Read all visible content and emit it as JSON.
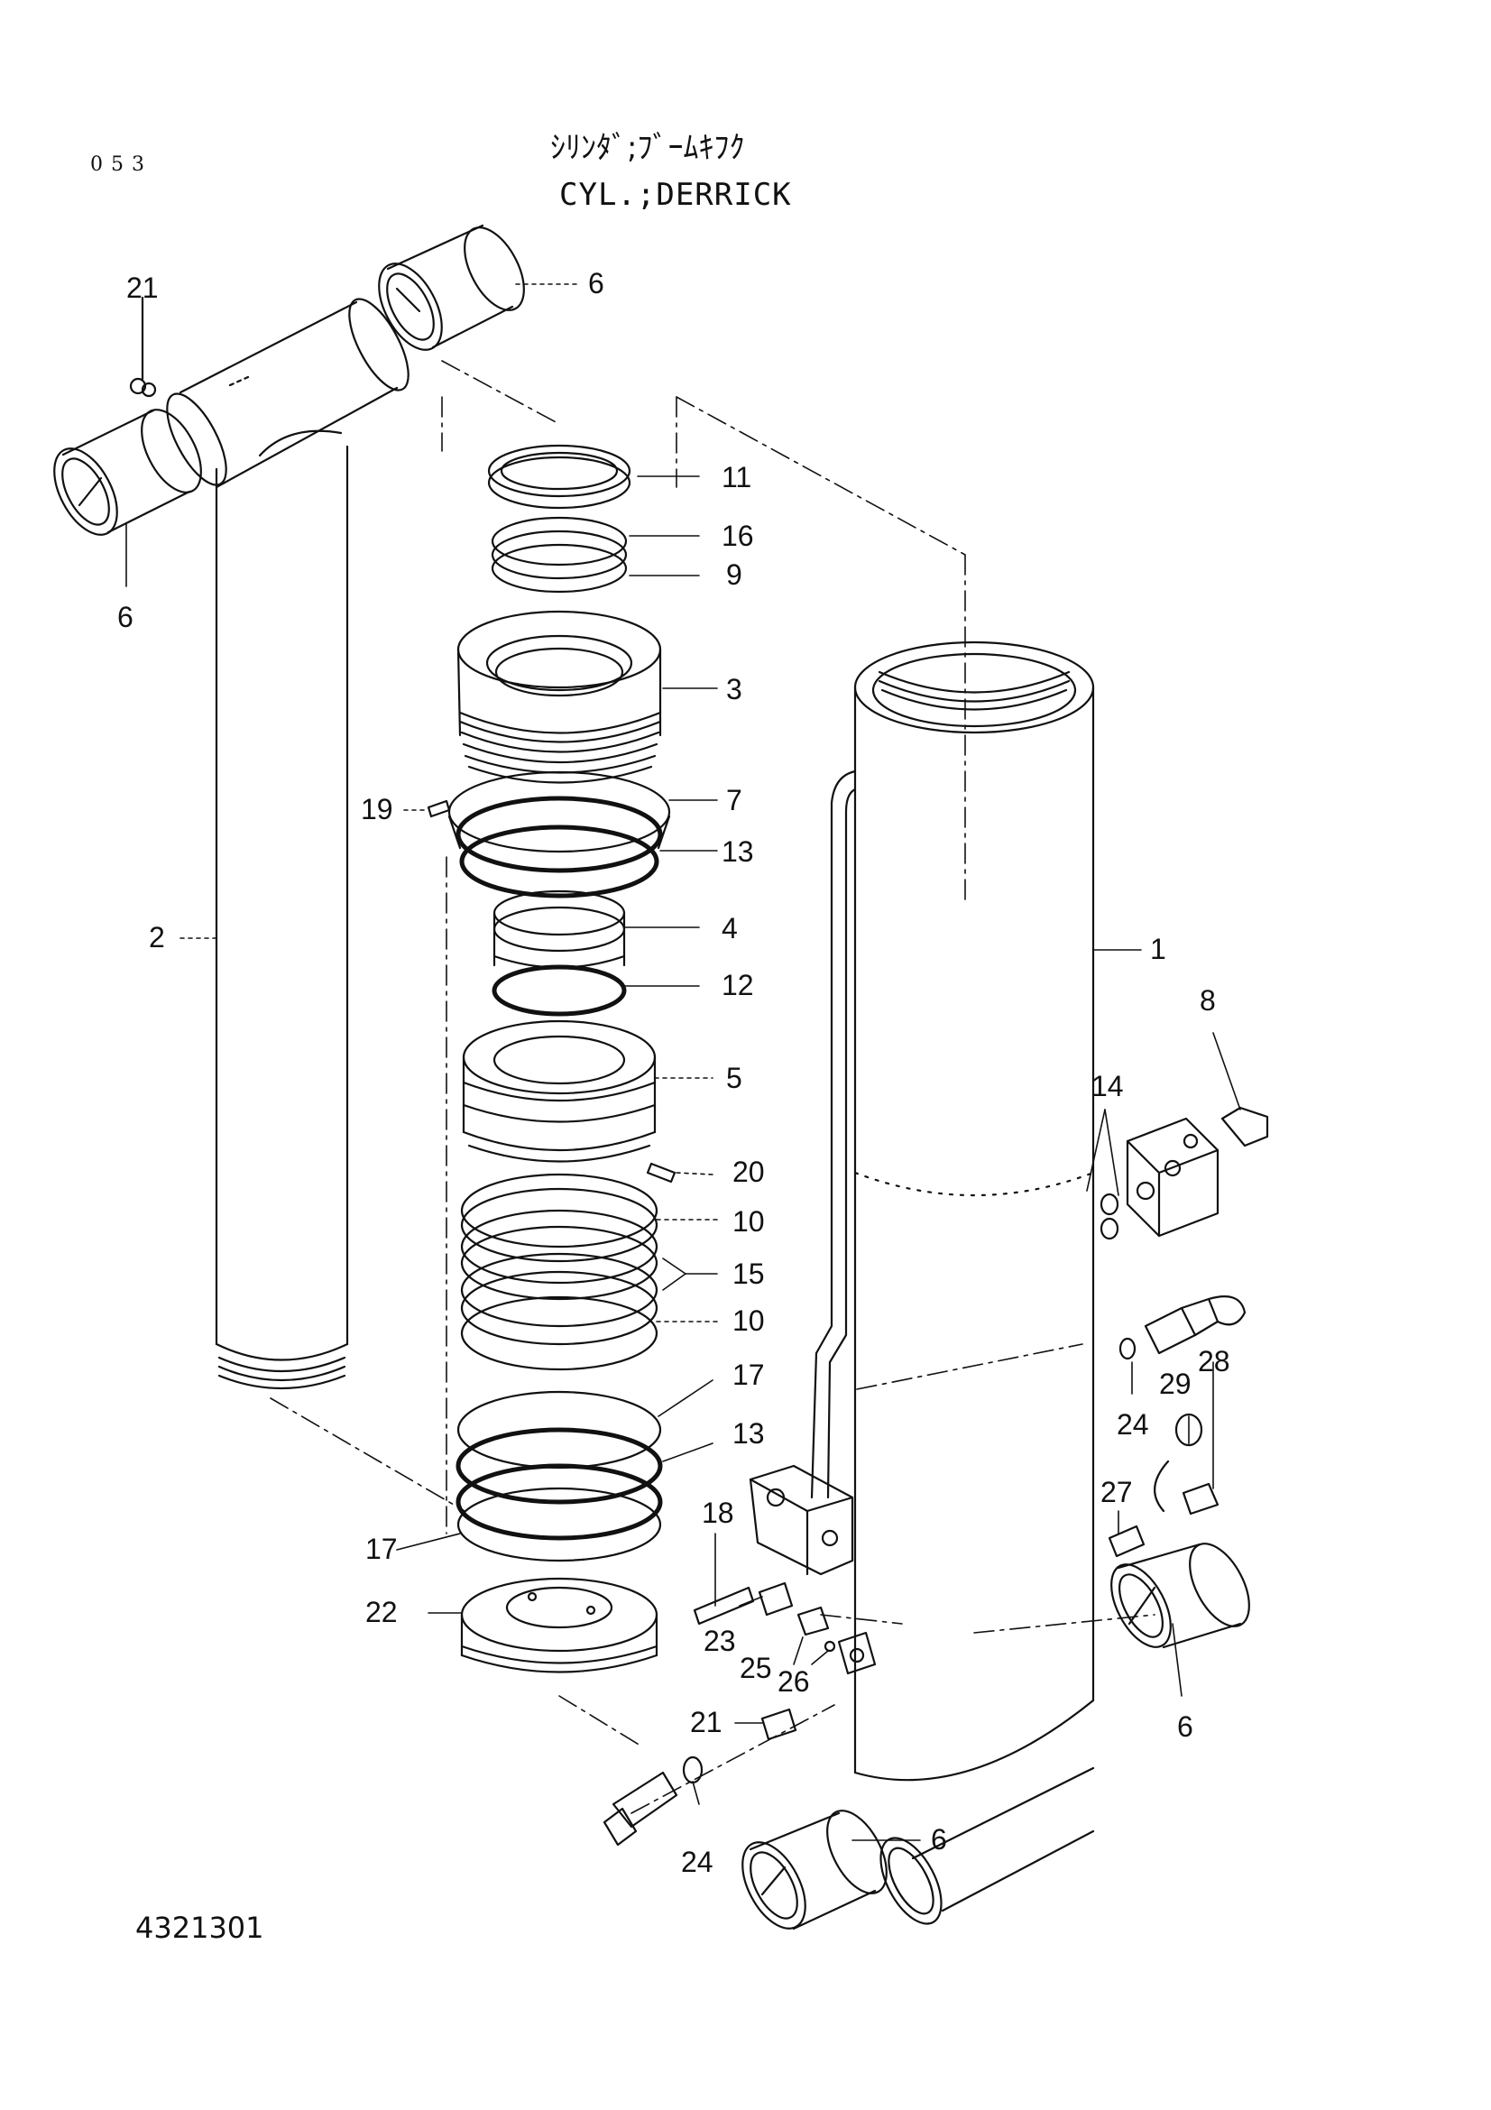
{
  "header": {
    "page_number": "053",
    "title_jp": "ｼﾘﾝﾀﾞ;ﾌﾞｰﾑｷﾌｸ",
    "title_en": "CYL.;DERRICK"
  },
  "footer": {
    "drawing_number": "4321301"
  },
  "callouts": [
    "21",
    "6",
    "6",
    "11",
    "16",
    "9",
    "3",
    "19",
    "7",
    "13",
    "2",
    "4",
    "12",
    "5",
    "1",
    "8",
    "14",
    "20",
    "10",
    "15",
    "10",
    "24",
    "29",
    "28",
    "17",
    "13",
    "18",
    "27",
    "17",
    "22",
    "23",
    "25",
    "26",
    "6",
    "21",
    "6",
    "24"
  ]
}
